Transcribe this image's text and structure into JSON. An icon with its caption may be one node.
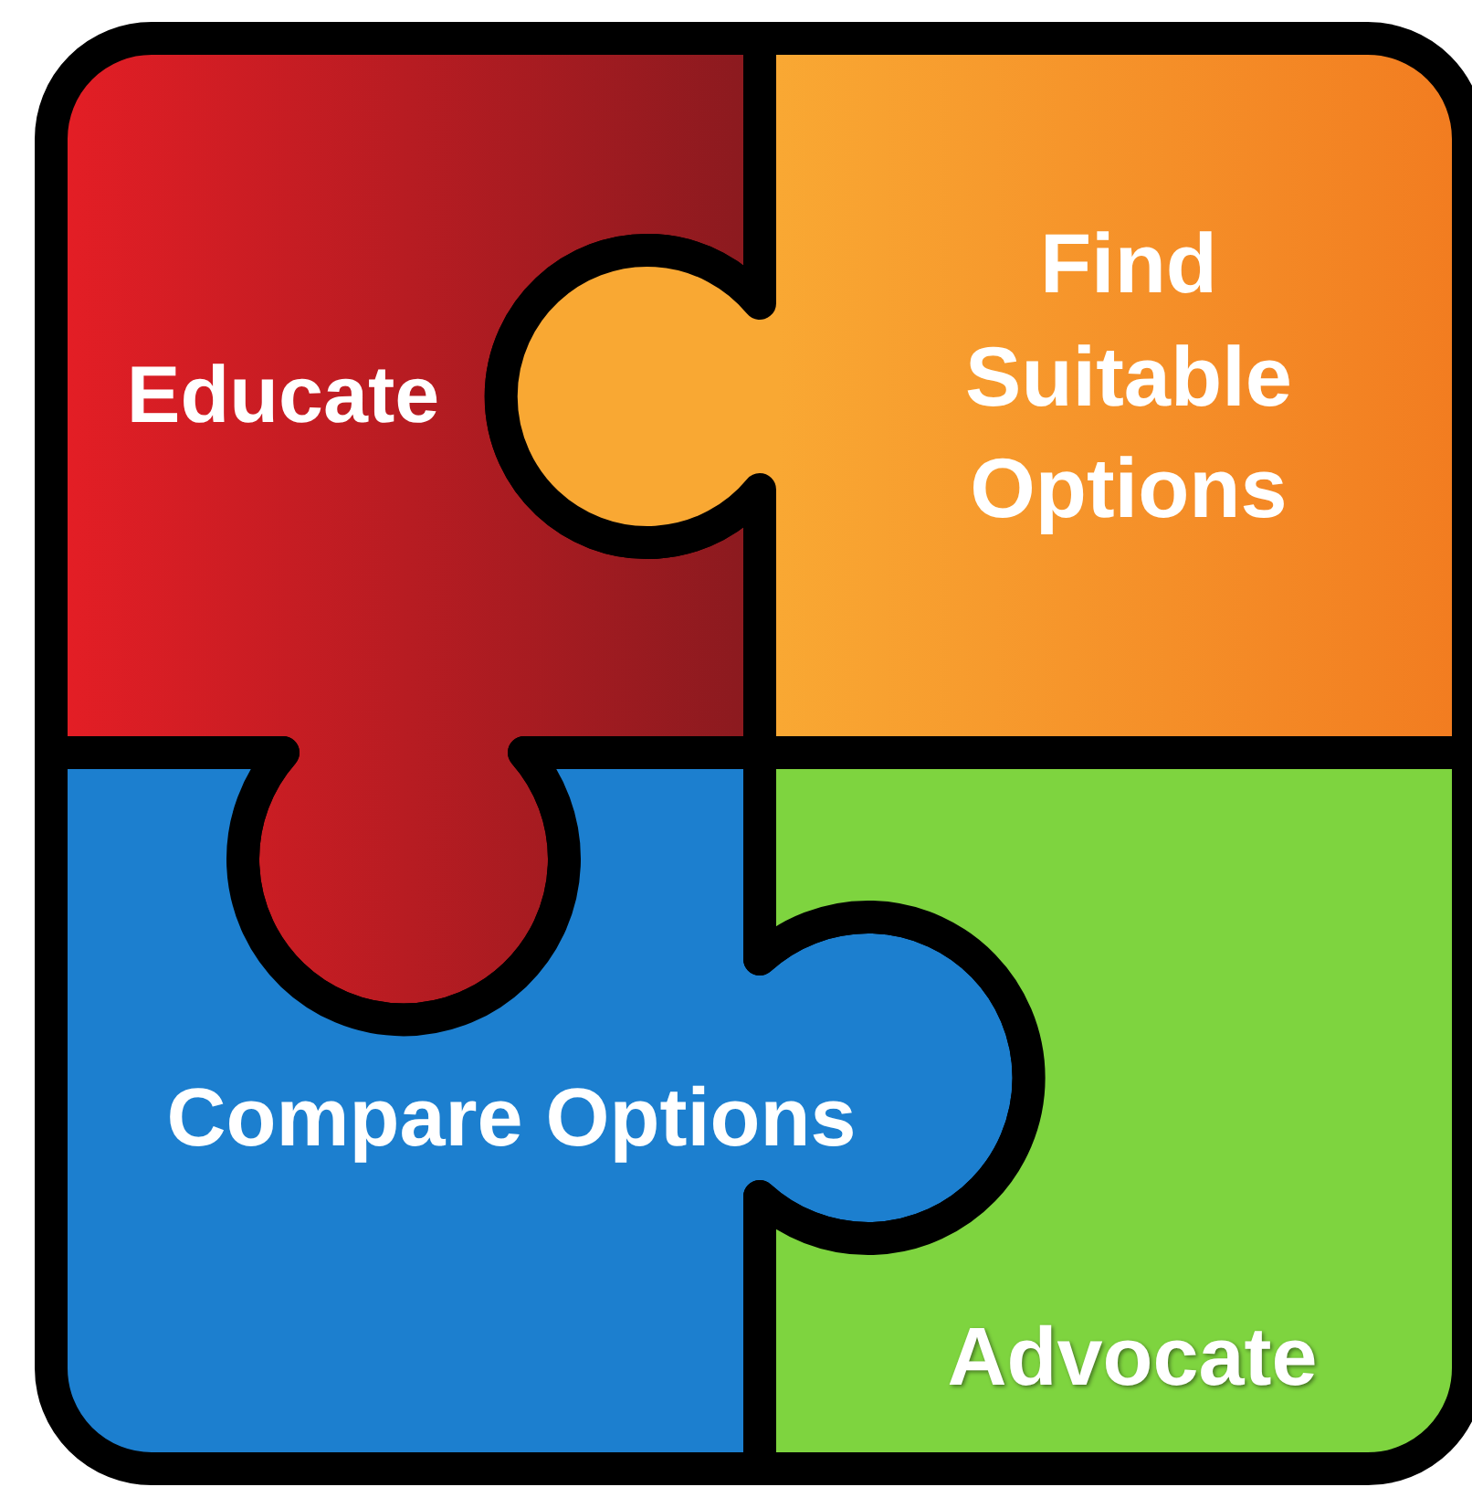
{
  "diagram": {
    "nodes": [
      {
        "text": [
          "Educate"
        ]
      },
      {
        "text": [
          "Find Suitable Options"
        ]
      },
      {
        "text": [
          "Compare Options"
        ]
      },
      {
        "text": [
          "Advocate"
        ]
      }
    ]
  }
}
